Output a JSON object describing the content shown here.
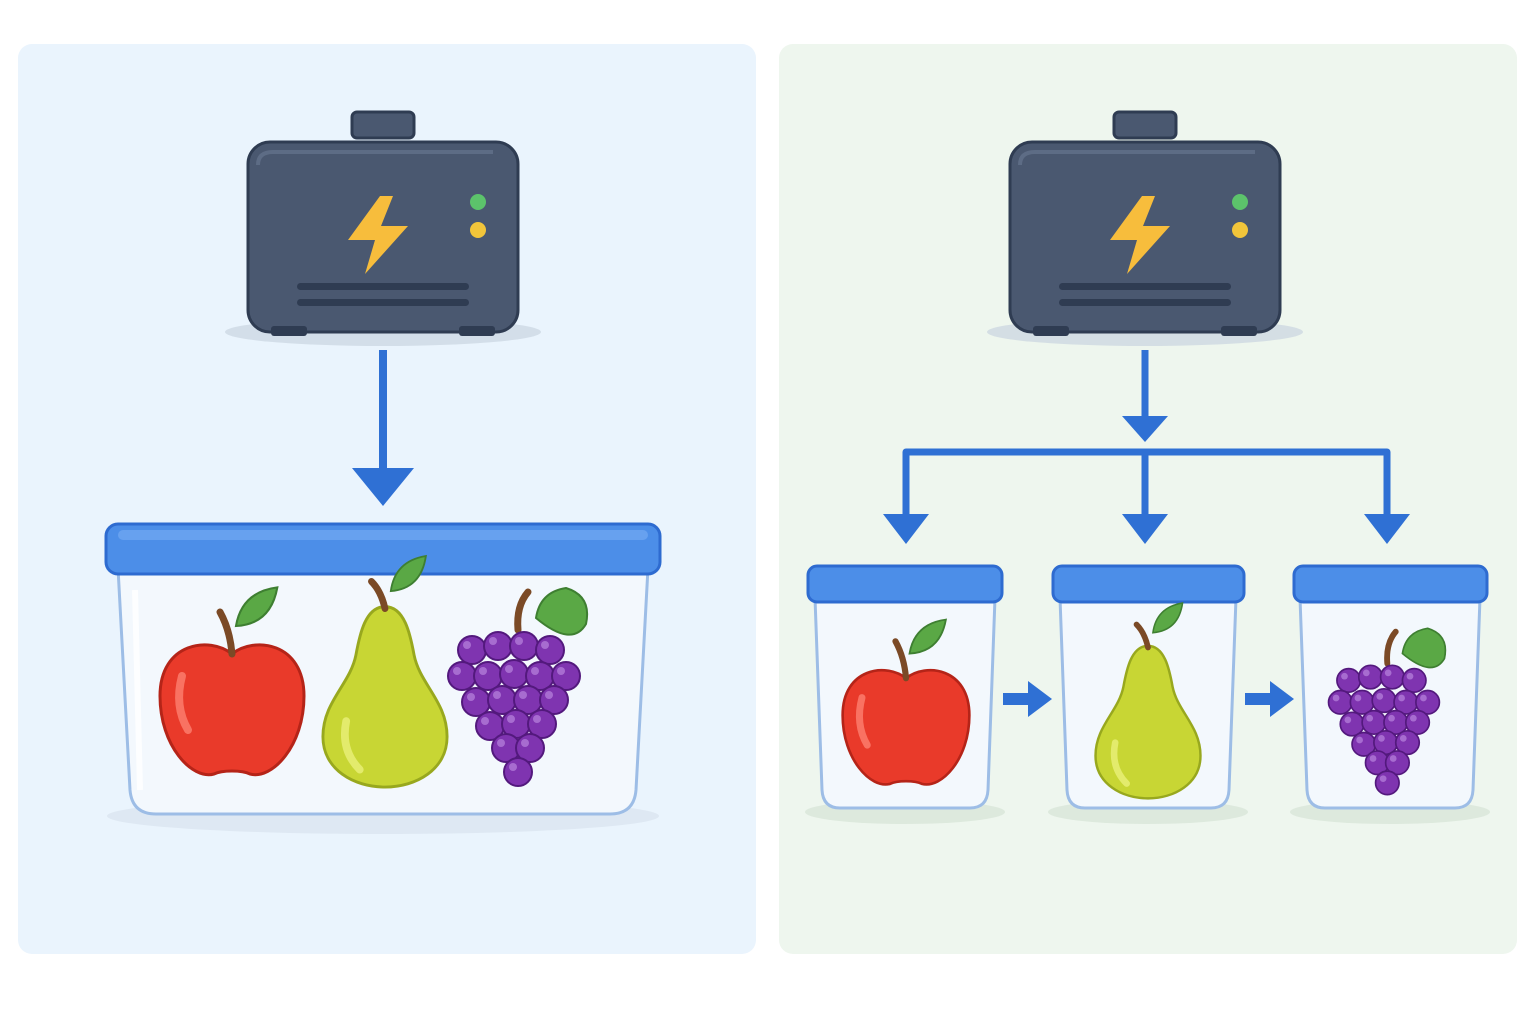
{
  "colors": {
    "panel_left_bg": "#eaf4fd",
    "panel_right_bg": "#eef6ee",
    "machine_body": "#4a5870",
    "machine_outline": "#2f3c52",
    "bolt": "#f7bd3c",
    "led_green": "#5cc36b",
    "led_yellow": "#f2c53a",
    "arrow_blue": "#2f70d4",
    "lid_blue": "#4c8ee8",
    "lid_outline": "#2e6bd0",
    "container_glass": "#f3f8fd",
    "container_outline": "#9dbde6",
    "apple_red": "#e93a2a",
    "pear_green": "#c8d634",
    "grape_purple": "#7f34b0",
    "leaf_green": "#5aa845",
    "stem_brown": "#7b4a26"
  },
  "icons": {
    "machine": "power-unit-icon",
    "bolt": "lightning-bolt-icon",
    "apple": "apple-icon",
    "pear": "pear-icon",
    "grapes": "grapes-icon"
  },
  "panels": {
    "left": {
      "machine_count": 1,
      "container_count": 1,
      "fruits": [
        "apple",
        "pear",
        "grapes"
      ]
    },
    "right": {
      "machine_count": 1,
      "container_count": 3,
      "fruits": [
        "apple",
        "pear",
        "grapes"
      ]
    }
  }
}
